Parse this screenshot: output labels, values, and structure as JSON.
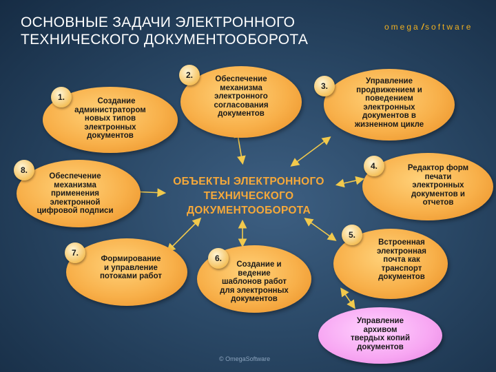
{
  "title": {
    "line1": "ОСНОВНЫЕ ЗАДАЧИ ЭЛЕКТРОННОГО",
    "line2": "ТЕХНИЧЕСКОГО ДОКУМЕНТООБОРОТА"
  },
  "logo": {
    "left": "omega",
    "slash": "/",
    "right": "software"
  },
  "center": {
    "line1": "ОБЪЕКТЫ ЭЛЕКТРОННОГО",
    "line2": "ТЕХНИЧЕСКОГО",
    "line3": "ДОКУМЕНТООБОРОТА"
  },
  "tasks": [
    {
      "num": "1.",
      "lines": [
        "Создание",
        "администратором",
        "новых типов",
        "электронных",
        "документов"
      ]
    },
    {
      "num": "2.",
      "lines": [
        "Обеспечение",
        "механизма",
        "электронного",
        "согласования",
        "документов"
      ]
    },
    {
      "num": "3.",
      "lines": [
        "Управление",
        "продвижением и",
        "поведением",
        "электронных",
        "документов в",
        "жизненном цикле"
      ]
    },
    {
      "num": "4.",
      "lines": [
        "Редактор форм",
        "печати",
        "электронных",
        "документов и",
        "отчетов"
      ]
    },
    {
      "num": "5.",
      "lines": [
        "Встроенная",
        "электронная",
        "почта как",
        "транспорт",
        "документов"
      ]
    },
    {
      "num": "6.",
      "lines": [
        "Создание и",
        "ведение",
        "шаблонов работ",
        "для электронных",
        "документов"
      ]
    },
    {
      "num": "7.",
      "lines": [
        "Формирование",
        "и управление",
        "потоками работ"
      ]
    },
    {
      "num": "8.",
      "lines": [
        "Обеспечение",
        "механизма",
        "применения",
        "электронной",
        "цифровой подписи"
      ]
    }
  ],
  "archive": {
    "lines": [
      "Управление",
      "архивом",
      "твердых копий",
      "документов"
    ]
  },
  "footer": "© OmegaSoftware",
  "colors": {
    "ellipse": "#f8b04a",
    "archive": "#f7a6f2",
    "center_text": "#f6a93a",
    "arrow": "#f2c94c"
  }
}
